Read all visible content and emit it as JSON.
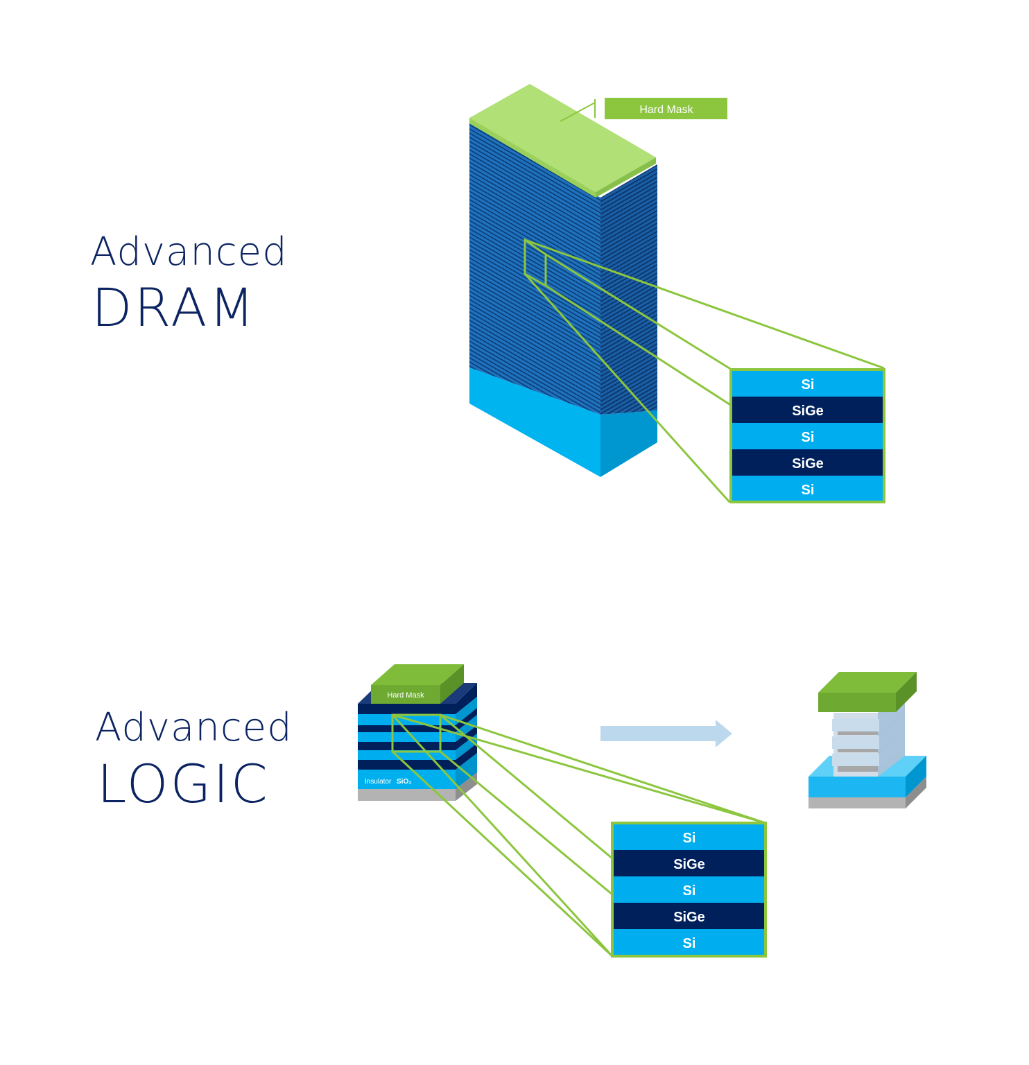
{
  "dram": {
    "heading_line1": "Advanced",
    "heading_line2": "DRAM",
    "hard_mask_label": "Hard Mask",
    "zoom_layers": [
      "Si",
      "SiGe",
      "Si",
      "SiGe",
      "Si"
    ]
  },
  "logic": {
    "heading_line1": "Advanced",
    "heading_line2": "LOGIC",
    "hard_mask_label": "Hard Mask",
    "insulator_label": "Insulator",
    "sio2_label": "SiO₂",
    "zoom_layers": [
      "Si",
      "SiGe",
      "Si",
      "SiGe",
      "Si"
    ]
  },
  "colors": {
    "heading": "#0c2461",
    "si": "#00aeef",
    "sige": "#00205b",
    "hard_mask": "#8cc63f",
    "outline": "#8cc63f",
    "arrow": "#bcd8ec"
  }
}
